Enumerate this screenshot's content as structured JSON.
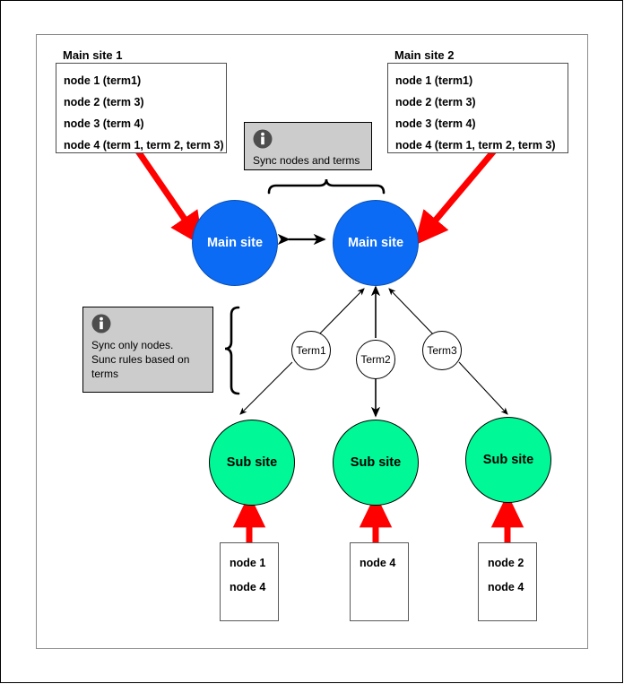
{
  "diagram": {
    "title_left": "Main site 1",
    "title_right": "Main site 2",
    "main_site_label": "Main site",
    "sub_site_label": "Sub site",
    "colors": {
      "main_site": "#0b6bf5",
      "sub_site": "#00f996",
      "callout_bg": "#cccccc",
      "sync_arrow": "#ff0000",
      "connector": "#000000"
    },
    "main_site_1": {
      "title": "Main site 1",
      "nodes": [
        "node 1 (term1)",
        "node 2 (term 3)",
        "node 3 (term 4)",
        "node 4 (term 1, term 2, term 3)"
      ]
    },
    "main_site_2": {
      "title": "Main site 2",
      "nodes": [
        "node 1 (term1)",
        "node 2 (term 3)",
        "node 3 (term 4)",
        "node 4 (term 1, term 2, term 3)"
      ]
    },
    "callouts": [
      {
        "icon": "info-icon",
        "text": "Sync nodes and terms"
      },
      {
        "icon": "info-icon",
        "text": "Sync only nodes.\nSunc rules based on terms"
      }
    ],
    "main_circles": [
      {
        "label": "Main site"
      },
      {
        "label": "Main site"
      }
    ],
    "terms": [
      {
        "label": "Term1"
      },
      {
        "label": "Term2"
      },
      {
        "label": "Term3"
      }
    ],
    "sub_sites": [
      {
        "label": "Sub site"
      },
      {
        "label": "Sub site"
      },
      {
        "label": "Sub site"
      }
    ],
    "leaf_boxes": [
      {
        "nodes": [
          "node 1",
          "node 4"
        ]
      },
      {
        "nodes": [
          "node 4"
        ]
      },
      {
        "nodes": [
          "node 2",
          "node 4"
        ]
      }
    ]
  }
}
